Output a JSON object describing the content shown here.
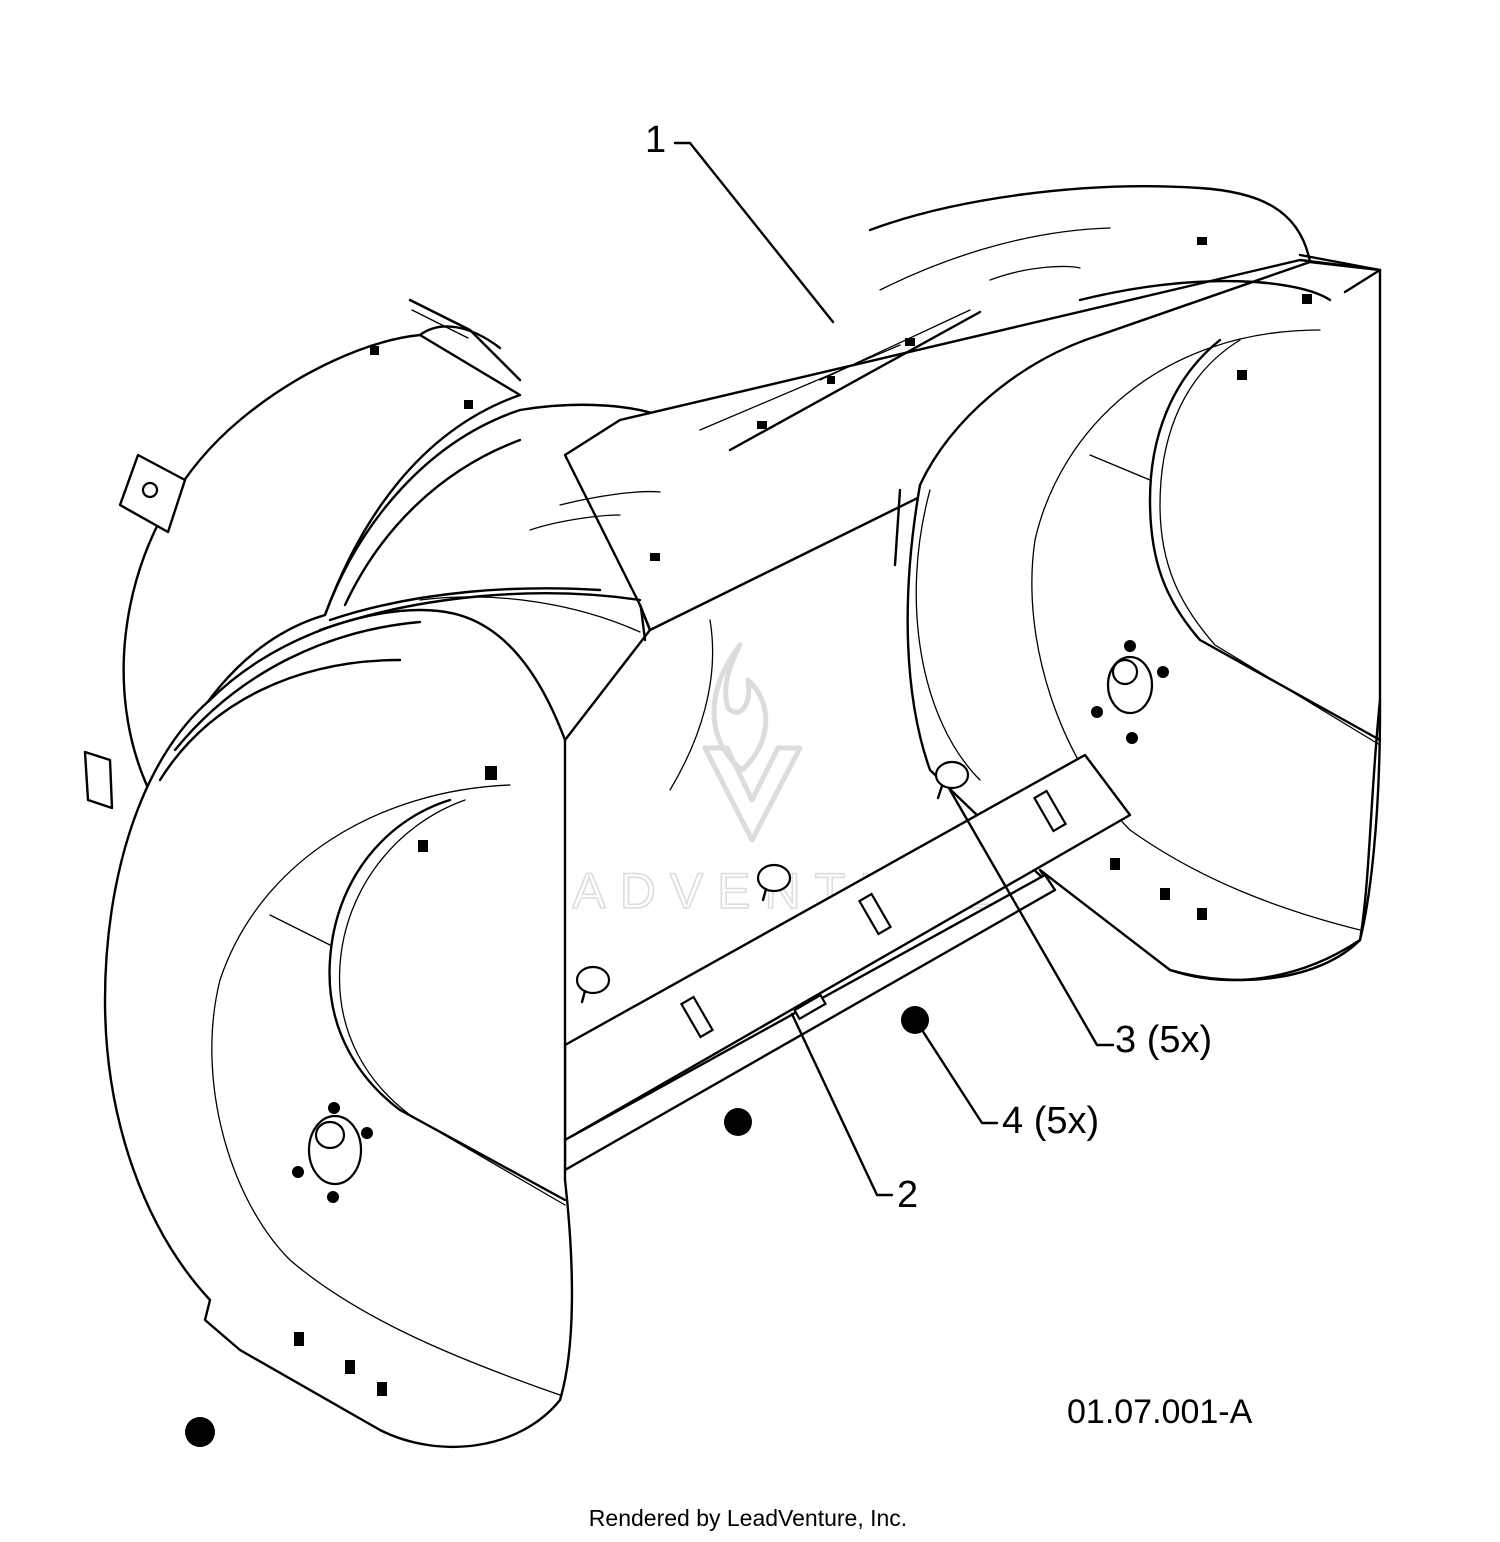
{
  "callouts": [
    {
      "id": "1",
      "text": "1"
    },
    {
      "id": "2",
      "text": "2"
    },
    {
      "id": "3",
      "text": "3 (5x)"
    },
    {
      "id": "4",
      "text": "4 (5x)"
    }
  ],
  "figure_ref": "01.07.001-A",
  "credit": "Rendered by LeadVenture, Inc.",
  "watermark": "LEADVENTURE"
}
